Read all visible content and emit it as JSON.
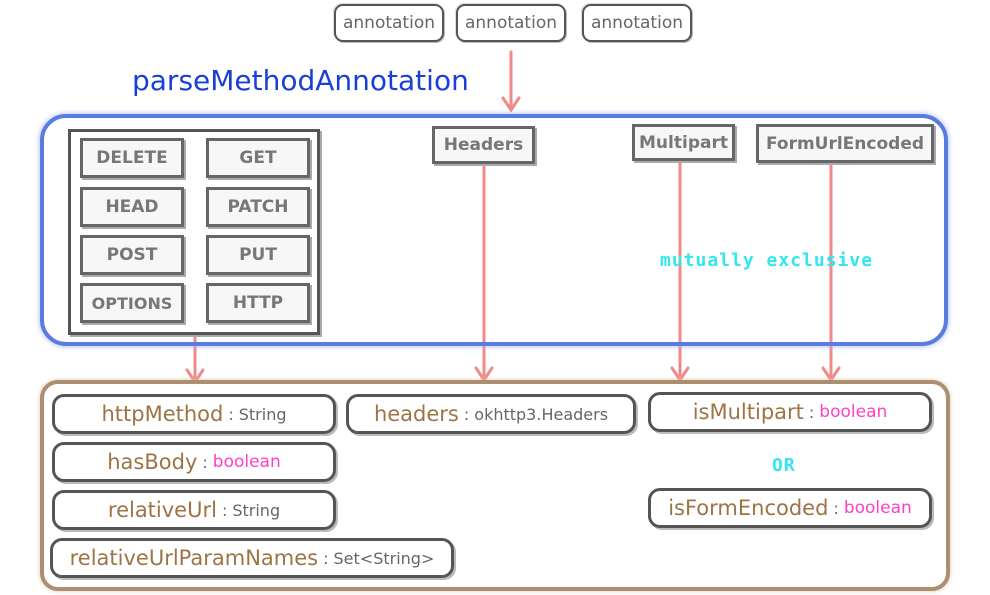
{
  "annotations": [
    "annotation",
    "annotation",
    "annotation"
  ],
  "title": "parseMethodAnnotation",
  "methods": [
    "DELETE",
    "GET",
    "HEAD",
    "PATCH",
    "POST",
    "PUT",
    "OPTIONS",
    "HTTP"
  ],
  "headers_label": "Headers",
  "multipart_label": "Multipart",
  "formurl_label": "FormUrlEncoded",
  "mutually_exclusive": "mutually exclusive",
  "fields": {
    "httpMethod": {
      "name": "httpMethod",
      "type": "String"
    },
    "hasBody": {
      "name": "hasBody",
      "type": "boolean"
    },
    "relativeUrl": {
      "name": "relativeUrl",
      "type": "String"
    },
    "relativeUrlParamNames": {
      "name": "relativeUrlParamNames",
      "type": "Set<String>"
    },
    "headers": {
      "name": "headers",
      "type": "okhttp3.Headers"
    },
    "isMultipart": {
      "name": "isMultipart",
      "type": "boolean"
    },
    "isFormEncoded": {
      "name": "isFormEncoded",
      "type": "boolean"
    }
  },
  "or_label": "OR",
  "colors": {
    "title": "#1a3fd8",
    "blue_frame": "#5a7be0",
    "brown_frame": "#ad8f70",
    "arrow": "#f08a8a",
    "field_name": "#9c7446",
    "boolean_type": "#ff3fc8",
    "cyan_text": "#33e6ee"
  }
}
